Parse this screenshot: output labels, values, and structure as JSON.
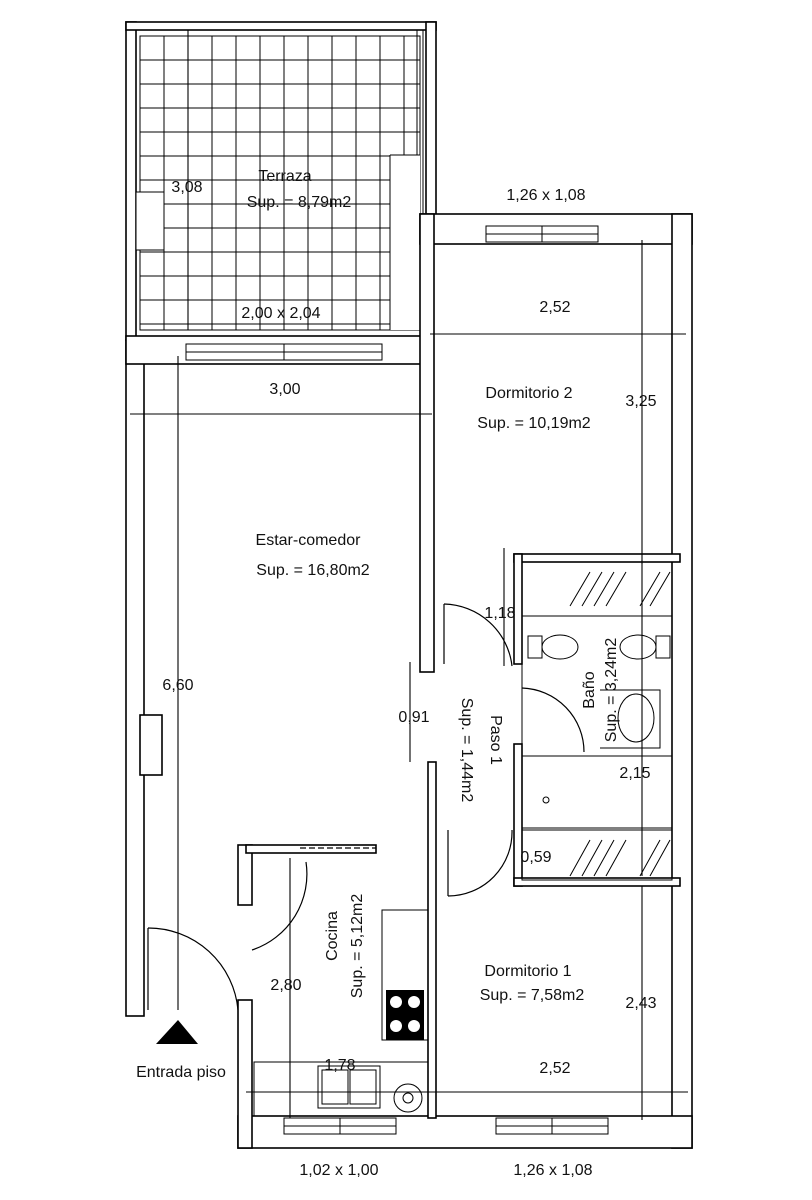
{
  "rooms": {
    "terraza": {
      "name": "Terraza",
      "area": "Sup. = 8,79m2"
    },
    "dormitorio2": {
      "name": "Dormitorio 2",
      "area": "Sup. = 10,19m2"
    },
    "estar": {
      "name": "Estar-comedor",
      "area": "Sup. = 16,80m2"
    },
    "paso": {
      "name": "Paso 1",
      "area": "Sup. = 1,44m2"
    },
    "bano": {
      "name": "Baño",
      "area": "Sup. = 3,24m2"
    },
    "cocina": {
      "name": "Cocina",
      "area": "Sup. = 5,12m2"
    },
    "dormitorio1": {
      "name": "Dormitorio 1",
      "area": "Sup. = 7,58m2"
    }
  },
  "dimensions": {
    "terraza_height": "3,08",
    "terraza_window": "2,00 x 2,04",
    "dorm2_window": "1,26 x 1,08",
    "dorm2_width": "2,52",
    "dorm2_height": "3,25",
    "estar_width": "3,00",
    "estar_height": "6,60",
    "paso_width": "0,91",
    "bano_width": "1,18",
    "bano_height": "2,15",
    "bano_lower": "0,59",
    "cocina_height": "2,80",
    "cocina_width": "1,78",
    "dorm1_width": "2,52",
    "dorm1_height": "2,43",
    "cocina_window": "1,02 x 1,00",
    "dorm1_window": "1,26 x 1,08"
  },
  "entrance": "Entrada piso"
}
